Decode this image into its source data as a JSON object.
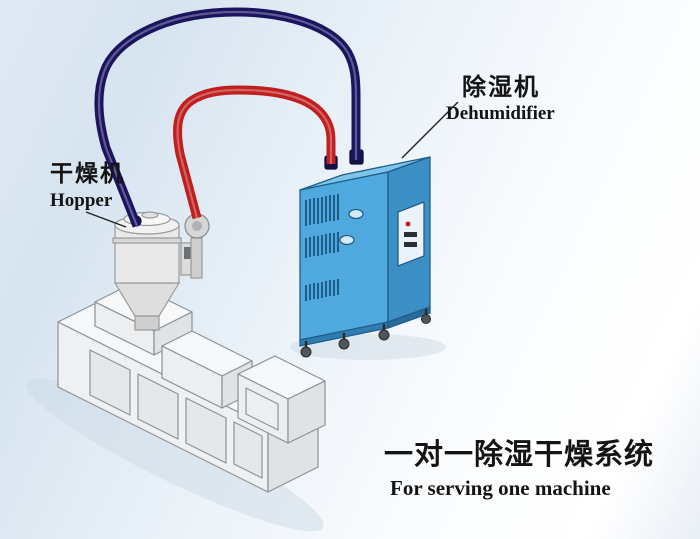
{
  "labels": {
    "hopper": {
      "zh": "干燥机",
      "en": "Hopper"
    },
    "dehumidifier": {
      "zh": "除湿机",
      "en": "Dehumidifier"
    }
  },
  "caption": {
    "zh": "一对一除湿干燥系统",
    "en": "For serving one machine"
  },
  "colors": {
    "hose_red": "#c01f1f",
    "hose_navy": "#1b1560",
    "cabinet_front": "#4fa8de",
    "cabinet_side": "#3d90c6",
    "cabinet_top": "#7cc4ea",
    "machine_body": "#f6f8f9",
    "background": "#dde9f4"
  }
}
